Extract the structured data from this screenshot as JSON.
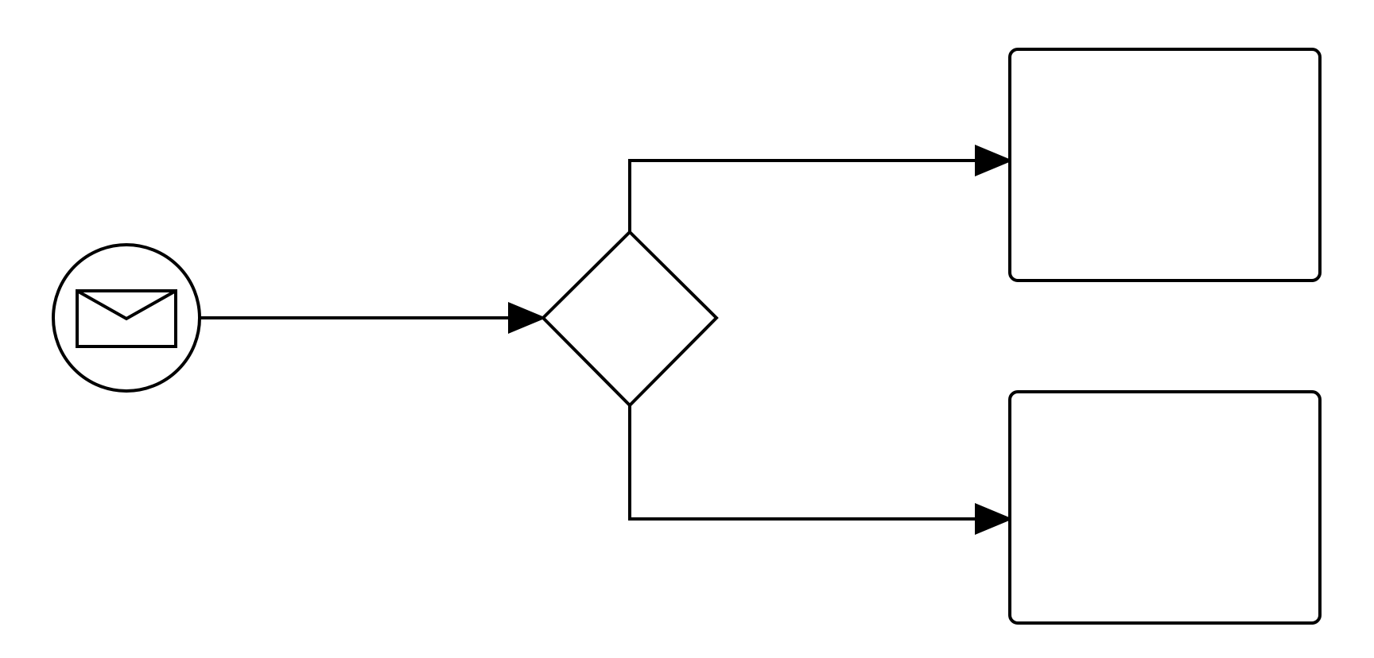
{
  "diagram": {
    "type": "bpmn-process",
    "colors": {
      "stroke": "#000000",
      "fill": "#ffffff",
      "background": "#ffffff"
    },
    "nodes": [
      {
        "id": "start",
        "kind": "message-start-event",
        "icon": "envelope-icon",
        "label": ""
      },
      {
        "id": "gateway",
        "kind": "exclusive-gateway",
        "label": ""
      },
      {
        "id": "task-1",
        "kind": "task",
        "label": ""
      },
      {
        "id": "task-2",
        "kind": "task",
        "label": ""
      }
    ],
    "edges": [
      {
        "from": "start",
        "to": "gateway",
        "kind": "sequence-flow"
      },
      {
        "from": "gateway",
        "to": "task-1",
        "kind": "sequence-flow"
      },
      {
        "from": "gateway",
        "to": "task-2",
        "kind": "sequence-flow"
      }
    ]
  }
}
